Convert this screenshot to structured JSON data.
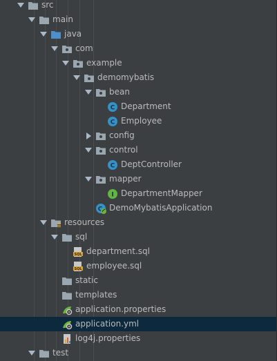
{
  "tree": {
    "items": [
      {
        "label": "src",
        "icon": "folder",
        "arrow": "down",
        "level": 0,
        "selected": false
      },
      {
        "label": "main",
        "icon": "folder",
        "arrow": "down",
        "level": 1,
        "selected": false
      },
      {
        "label": "java",
        "icon": "source-folder",
        "arrow": "down",
        "level": 2,
        "selected": false
      },
      {
        "label": "com",
        "icon": "package",
        "arrow": "down",
        "level": 3,
        "selected": false
      },
      {
        "label": "example",
        "icon": "package",
        "arrow": "down",
        "level": 4,
        "selected": false
      },
      {
        "label": "demomybatis",
        "icon": "package",
        "arrow": "down",
        "level": 5,
        "selected": false
      },
      {
        "label": "bean",
        "icon": "package",
        "arrow": "down",
        "level": 6,
        "selected": false
      },
      {
        "label": "Department",
        "icon": "class",
        "arrow": "none",
        "level": 7,
        "selected": false
      },
      {
        "label": "Employee",
        "icon": "class",
        "arrow": "none",
        "level": 7,
        "selected": false
      },
      {
        "label": "config",
        "icon": "package",
        "arrow": "right",
        "level": 6,
        "selected": false
      },
      {
        "label": "control",
        "icon": "package",
        "arrow": "down",
        "level": 6,
        "selected": false
      },
      {
        "label": "DeptController",
        "icon": "class",
        "arrow": "none",
        "level": 7,
        "selected": false
      },
      {
        "label": "mapper",
        "icon": "package",
        "arrow": "down",
        "level": 6,
        "selected": false
      },
      {
        "label": "DepartmentMapper",
        "icon": "interface",
        "arrow": "none",
        "level": 7,
        "selected": false
      },
      {
        "label": "DemoMybatisApplication",
        "icon": "spring-app",
        "arrow": "none",
        "level": 6,
        "selected": false
      },
      {
        "label": "resources",
        "icon": "resources-folder",
        "arrow": "down",
        "level": 2,
        "selected": false
      },
      {
        "label": "sql",
        "icon": "folder",
        "arrow": "down",
        "level": 3,
        "selected": false
      },
      {
        "label": "department.sql",
        "icon": "sql-file",
        "arrow": "none",
        "level": 4,
        "selected": false
      },
      {
        "label": "employee.sql",
        "icon": "sql-file",
        "arrow": "none",
        "level": 4,
        "selected": false
      },
      {
        "label": "static",
        "icon": "folder",
        "arrow": "none",
        "level": 3,
        "selected": false
      },
      {
        "label": "templates",
        "icon": "folder",
        "arrow": "none",
        "level": 3,
        "selected": false
      },
      {
        "label": "application.properties",
        "icon": "spring-config",
        "arrow": "none",
        "level": 3,
        "selected": false
      },
      {
        "label": "application.yml",
        "icon": "spring-config",
        "arrow": "none",
        "level": 3,
        "selected": true
      },
      {
        "label": "log4j.properties",
        "icon": "properties-file",
        "arrow": "none",
        "level": 3,
        "selected": false
      },
      {
        "label": "test",
        "icon": "folder",
        "arrow": "down",
        "level": 1,
        "selected": false
      }
    ]
  },
  "colors": {
    "background": "#3c3f41",
    "selected_row": "#0d293e",
    "text": "#bbbbbb",
    "folder": "#9aa7b0",
    "source_folder": "#4e8fc9",
    "class_icon": "#3592c4",
    "interface_icon": "#62b543",
    "sql_icon": "#d9a53a",
    "spring_icon": "#6db33f"
  }
}
